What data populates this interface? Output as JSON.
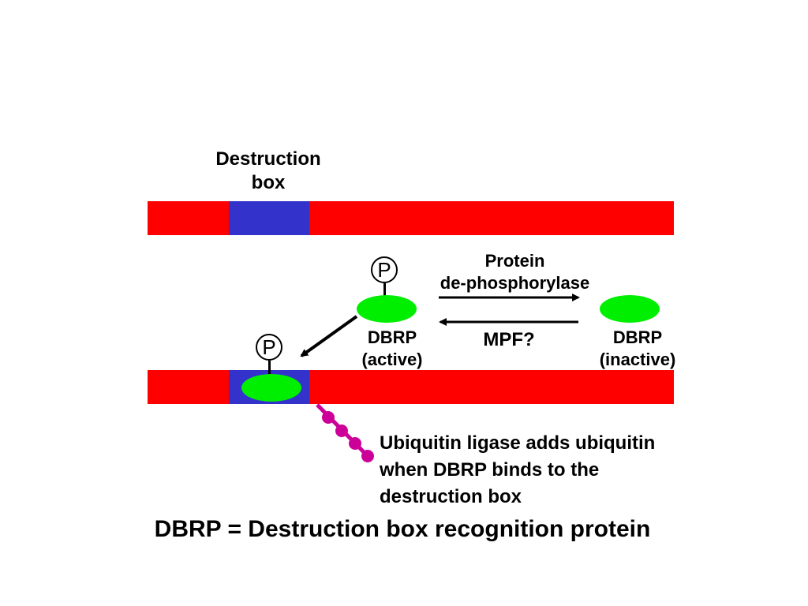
{
  "labels": {
    "destruction_box_line1": "Destruction",
    "destruction_box_line2": "box",
    "protein_line1": "Protein",
    "protein_line2": "de-phosphorylase",
    "mpf": "MPF?",
    "dbrp_active_line1": "DBRP",
    "dbrp_active_line2": "(active)",
    "dbrp_inactive_line1": "DBRP",
    "dbrp_inactive_line2": "(inactive)",
    "phosphate_top": "P",
    "phosphate_bound": "P",
    "ubiquitin_line1": "Ubiquitin ligase adds ubiquitin",
    "ubiquitin_line2": "when DBRP binds to the",
    "ubiquitin_line3": "destruction box",
    "definition": "DBRP = Destruction box recognition protein"
  },
  "colors": {
    "strand": "#ff0000",
    "destruction_box": "#3333cc",
    "dbrp": "#00ee00",
    "ubiquitin": "#cc0099",
    "text": "#000000"
  }
}
